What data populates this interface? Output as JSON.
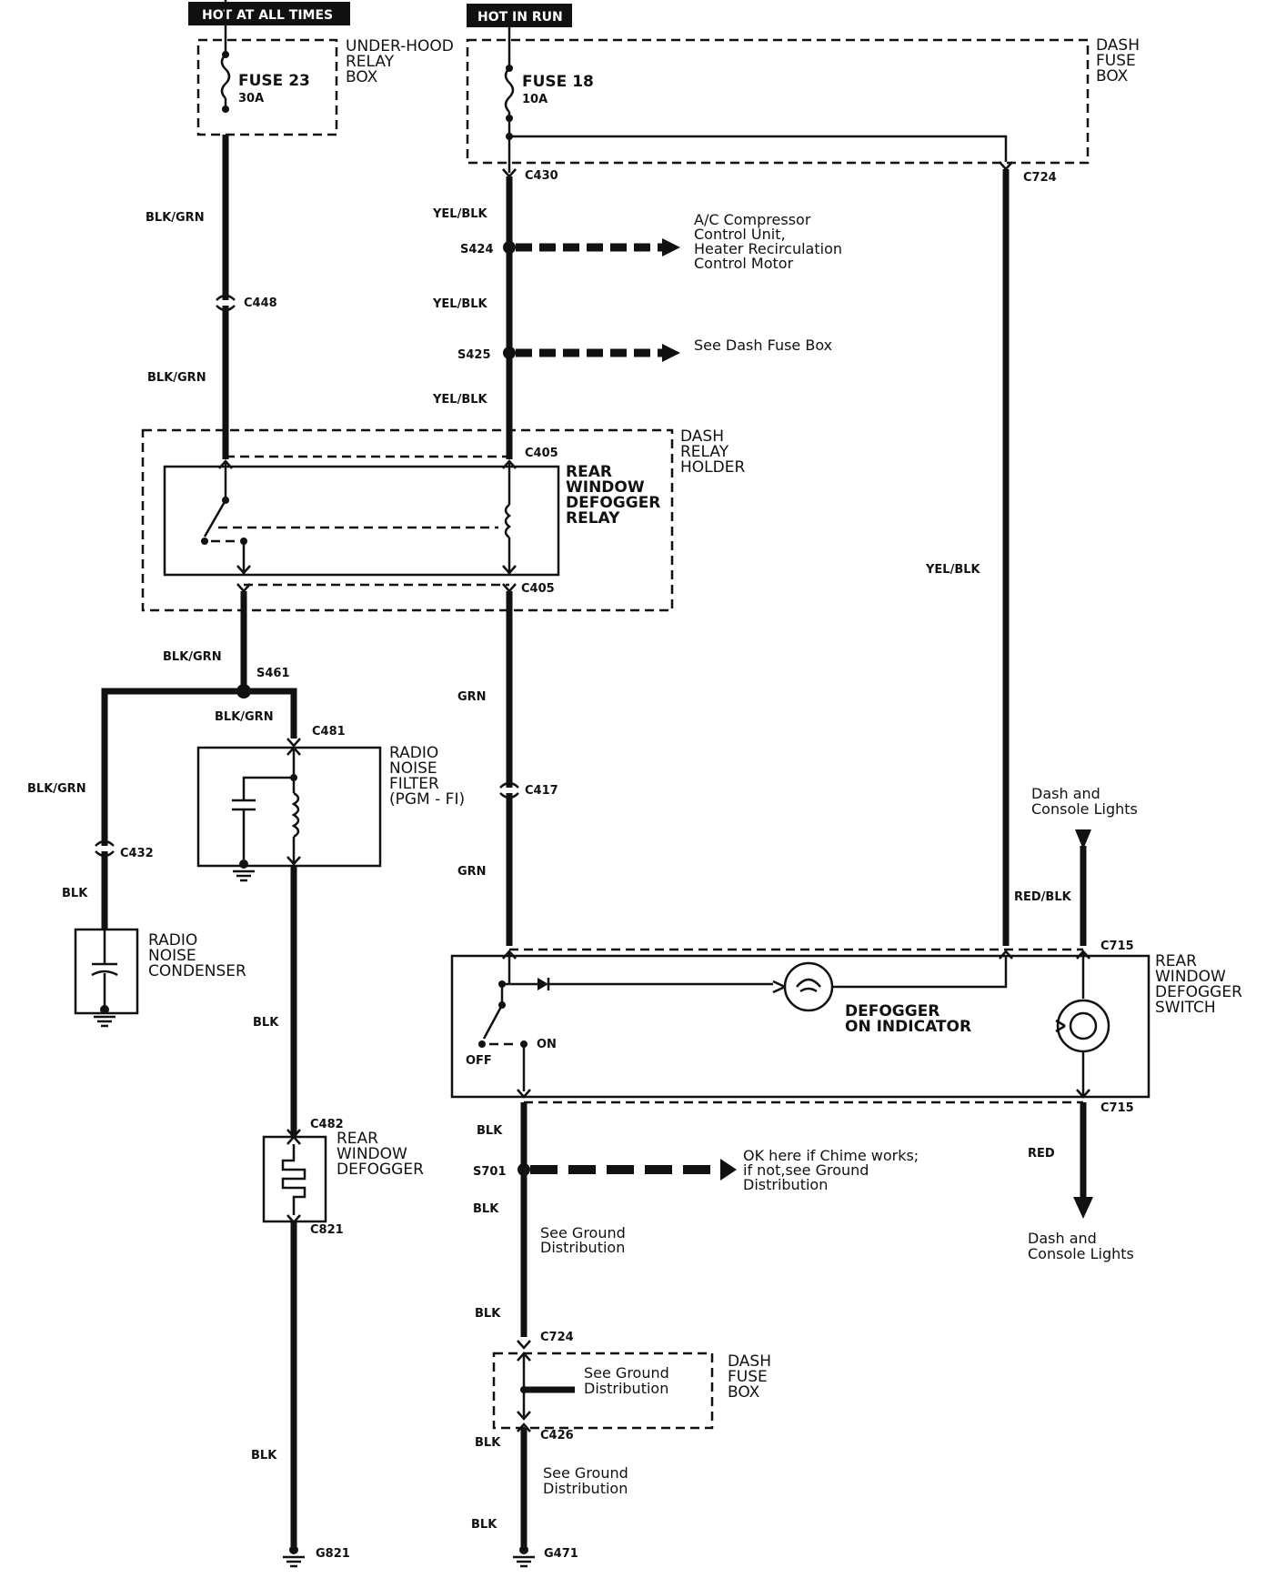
{
  "banners": {
    "hot_at_all_times": "HOT AT ALL TIMES",
    "hot_in_run": "HOT IN RUN"
  },
  "under_hood_relay_box": {
    "title_1": "UNDER-HOOD",
    "title_2": "RELAY",
    "title_3": "BOX",
    "fuse_name": "FUSE 23",
    "fuse_rating": "30A"
  },
  "dash_fuse_box_top": {
    "title_1": "DASH",
    "title_2": "FUSE",
    "title_3": "BOX",
    "fuse_name": "FUSE 18",
    "fuse_rating": "10A"
  },
  "connectors": {
    "c430": "C430",
    "c724_top": "C724",
    "c448": "C448",
    "c405_top": "C405",
    "c405_bottom": "C405",
    "s461": "S461",
    "c481": "C481",
    "c432": "C432",
    "c417": "C417",
    "c715_top": "C715",
    "c715_bottom": "C715",
    "c482": "C482",
    "c821": "C821",
    "c724_bottom": "C724",
    "c426": "C426",
    "g821": "G821",
    "g471": "G471",
    "s424": "S424",
    "s425": "S425",
    "s701": "S701"
  },
  "wires": {
    "blk_grn_1": "BLK/GRN",
    "blk_grn_2": "BLK/GRN",
    "yel_blk_1": "YEL/BLK",
    "yel_blk_2": "YEL/BLK",
    "yel_blk_3": "YEL/BLK",
    "yel_blk_right": "YEL/BLK",
    "blk_grn_3": "BLK/GRN",
    "blk_grn_4": "BLK/GRN",
    "blk_grn_5": "BLK/GRN",
    "blk_1": "BLK",
    "grn_1": "GRN",
    "grn_2": "GRN",
    "blk_2": "BLK",
    "red_blk": "RED/BLK",
    "blk_3": "BLK",
    "blk_4": "BLK",
    "blk_5": "BLK",
    "blk_6": "BLK",
    "blk_7": "BLK",
    "blk_8": "BLK",
    "red": "RED"
  },
  "notes": {
    "ac_1": "A/C Compressor",
    "ac_2": "Control Unit,",
    "ac_3": "Heater Recirculation",
    "ac_4": "Control Motor",
    "see_dash_fuse_box": "See Dash Fuse Box",
    "dash_console_top_1": "Dash and",
    "dash_console_top_2": "Console Lights",
    "dash_console_bottom_1": "Dash and",
    "dash_console_bottom_2": "Console Lights",
    "chime_1": "OK here if Chime works;",
    "chime_2": "if not,see Ground",
    "chime_3": "Distribution",
    "see_ground_1a": "See Ground",
    "see_ground_1b": "Distribution",
    "see_ground_2a": "See Ground",
    "see_ground_2b": "Distribution",
    "see_ground_3a": "See Ground",
    "see_ground_3b": "Distribution"
  },
  "components": {
    "dash_relay_holder_1": "DASH",
    "dash_relay_holder_2": "RELAY",
    "dash_relay_holder_3": "HOLDER",
    "relay_1": "REAR",
    "relay_2": "WINDOW",
    "relay_3": "DEFOGGER",
    "relay_4": "RELAY",
    "radio_filter_1": "RADIO",
    "radio_filter_2": "NOISE",
    "radio_filter_3": "FILTER",
    "radio_filter_4": "(PGM - FI)",
    "radio_condenser_1": "RADIO",
    "radio_condenser_2": "NOISE",
    "radio_condenser_3": "CONDENSER",
    "rear_defogger_1": "REAR",
    "rear_defogger_2": "WINDOW",
    "rear_defogger_3": "DEFOGGER",
    "switch_1": "REAR",
    "switch_2": "WINDOW",
    "switch_3": "DEFOGGER",
    "switch_4": "SWITCH",
    "indicator_1": "DEFOGGER",
    "indicator_2": "ON INDICATOR",
    "off_label": "OFF",
    "on_label": "ON",
    "dash_fuse_box_bottom_1": "DASH",
    "dash_fuse_box_bottom_2": "FUSE",
    "dash_fuse_box_bottom_3": "BOX"
  }
}
